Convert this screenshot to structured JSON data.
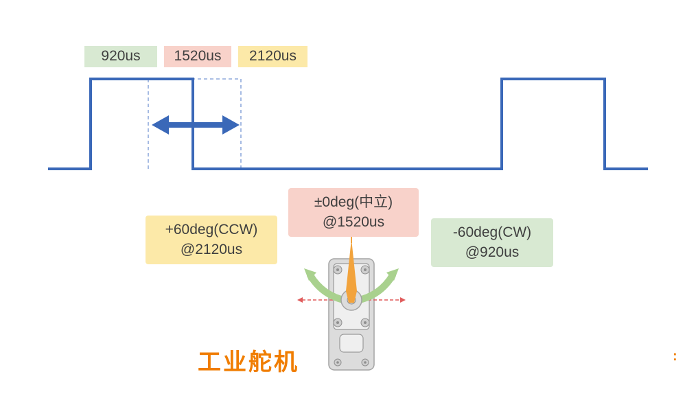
{
  "top_labels": {
    "l920": "920us",
    "l1520": "1520us",
    "l2120": "2120us"
  },
  "annotations": {
    "neutral": {
      "line1": "±0deg(中立)",
      "line2": "@1520us"
    },
    "ccw": {
      "line1": "+60deg(CCW)",
      "line2": "@2120us"
    },
    "cw": {
      "line1": "-60deg(CW)",
      "line2": "@920us"
    }
  },
  "caption": "工业舵机",
  "footer_mark": ":",
  "colors": {
    "waveform_blue": "#3a68b8",
    "dashed_blue": "#8faadc",
    "label_green_bg": "#d8e9d2",
    "label_pink_bg": "#f8d2ca",
    "label_yellow_bg": "#fce9a8",
    "caption_orange": "#f07d00",
    "pointer_orange": "#f2a33c",
    "arrow_green": "#a9d18e",
    "axis_red": "#e05c5c",
    "text_dark": "#3f3f3f"
  }
}
